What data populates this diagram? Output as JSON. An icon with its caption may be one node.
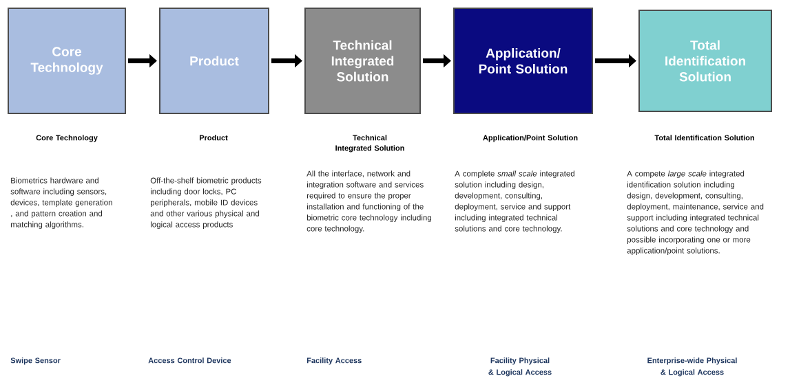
{
  "diagram": {
    "nodes": [
      {
        "text": [
          "Core Technology"
        ]
      },
      {
        "text": [
          "Product"
        ]
      },
      {
        "text": [
          "Technical Integrated Solution"
        ]
      },
      {
        "text": [
          "Application/ Point Solution"
        ]
      },
      {
        "text": [
          "Total Identification Solution"
        ]
      }
    ],
    "edges": [
      {
        "from": 0,
        "to": 1,
        "arrow": "to"
      },
      {
        "from": 1,
        "to": 2,
        "arrow": "to"
      },
      {
        "from": 2,
        "to": 3,
        "arrow": "to"
      },
      {
        "from": 3,
        "to": 4,
        "arrow": "to"
      }
    ],
    "labels": [
      "Core Technology",
      "Product",
      "Technical Integrated Solution",
      "Application/Point Solution",
      "Total Identification Solution",
      "Biometrics hardware and software including sensors, devices, template generation , and pattern creation and matching algorithms.",
      "Off-the-shelf biometric products including door locks, PC peripherals, mobile ID devices and other various physical and logical access products",
      "All the interface, network and integration software and services required to ensure the proper installation and functioning of the biometric core technology including core technology.",
      "A complete *small scale* integrated solution including design, development, consulting, deployment, service and support including integrated technical solutions and core technology.",
      "A compete *large scale* integrated identification solution including  design, development, consulting, deployment, maintenance, service and support including integrated technical solutions and core technology and possible incorporating one or more application/point solutions.",
      "Swipe Sensor",
      "Access Control Device",
      "Facility Access",
      "Facility Physical & Logical Access",
      "Enterprise-wide Physical & Logical Access"
    ]
  }
}
